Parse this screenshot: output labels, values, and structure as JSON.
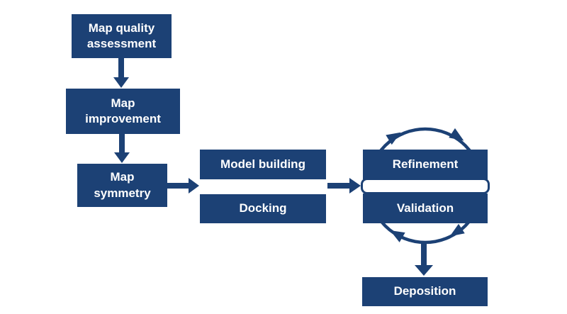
{
  "colors": {
    "accent": "#1c4175",
    "background": "#ffffff",
    "node_text": "#ffffff"
  },
  "nodes": {
    "map_quality": {
      "label": "Map quality assessment"
    },
    "map_improvement": {
      "label": "Map improvement"
    },
    "map_symmetry": {
      "label": "Map symmetry"
    },
    "model_building": {
      "label": "Model building"
    },
    "docking": {
      "label": "Docking"
    },
    "refinement": {
      "label": "Refinement"
    },
    "validation": {
      "label": "Validation"
    },
    "deposition": {
      "label": "Deposition"
    }
  },
  "edges": [
    "map_quality -> map_improvement",
    "map_improvement -> map_symmetry",
    "map_symmetry -> model_building / docking",
    "model_building / docking -> refinement / validation",
    "refinement / validation cycle -> deposition"
  ],
  "cycle": {
    "nodes": [
      "refinement",
      "validation"
    ],
    "direction": "clockwise",
    "arrowhead_count": 4
  }
}
